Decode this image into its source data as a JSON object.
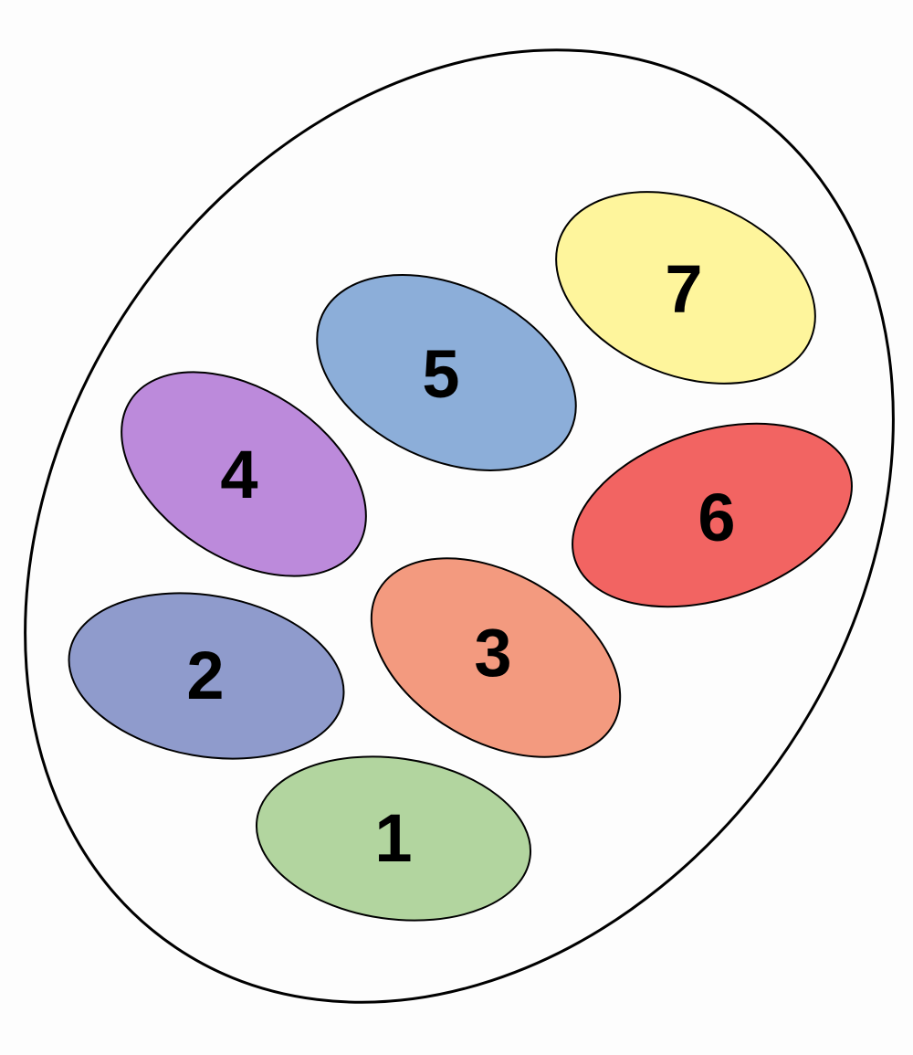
{
  "diagram": {
    "container": {
      "label": ""
    },
    "groups": [
      {
        "label": "1",
        "color": "#b2d59f"
      },
      {
        "label": "2",
        "color": "#8f9bcc"
      },
      {
        "label": "3",
        "color": "#f39a7f"
      },
      {
        "label": "4",
        "color": "#bc8adb"
      },
      {
        "label": "5",
        "color": "#8caed9"
      },
      {
        "label": "6",
        "color": "#f26462"
      },
      {
        "label": "7",
        "color": "#fef59c"
      }
    ]
  }
}
